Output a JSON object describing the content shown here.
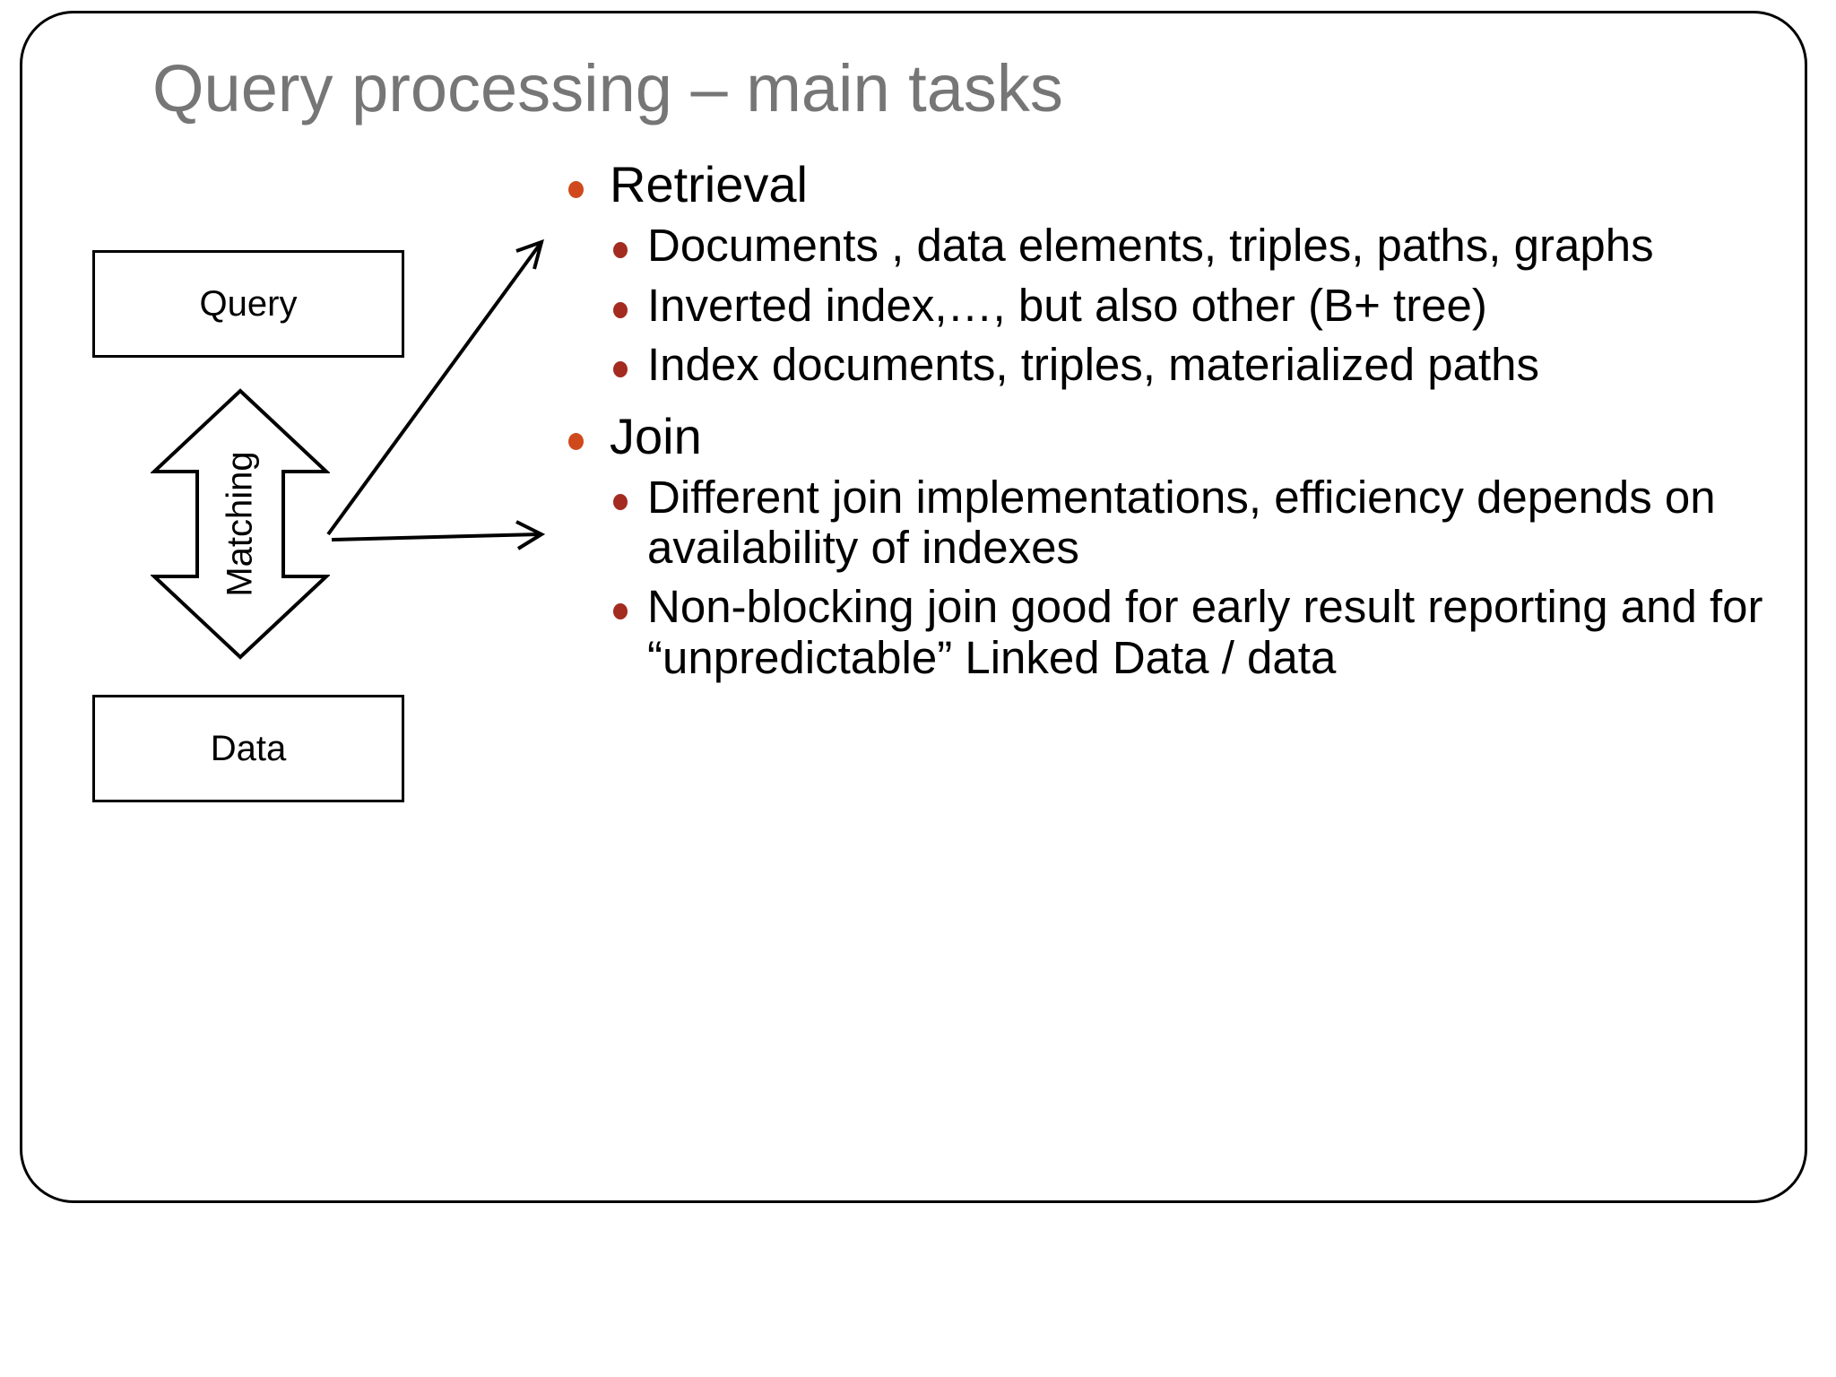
{
  "slide": {
    "title": "Query processing – main tasks",
    "title_color": "#767676",
    "border_color": "#000000",
    "background": "#ffffff"
  },
  "diagram": {
    "query_box_label": "Query",
    "matching_label": "Matching",
    "data_box_label": "Data",
    "arrow_count": 2
  },
  "colors": {
    "level1_bullet": "#D0491C",
    "level2_bullet": "#A32B20",
    "text": "#000000"
  },
  "content": {
    "items": [
      {
        "level": 1,
        "text": "Retrieval"
      },
      {
        "level": 2,
        "text": "Documents , data elements, triples, paths, graphs"
      },
      {
        "level": 2,
        "text": "Inverted index,…, but also other (B+ tree)"
      },
      {
        "level": 2,
        "text": "Index documents, triples, materialized paths"
      },
      {
        "level": 1,
        "text": "Join"
      },
      {
        "level": 2,
        "text": "Different join implementations, efficiency depends on availability of indexes"
      },
      {
        "level": 2,
        "text": "Non-blocking join good for early result reporting and for “unpredictable” Linked Data / data"
      }
    ]
  }
}
